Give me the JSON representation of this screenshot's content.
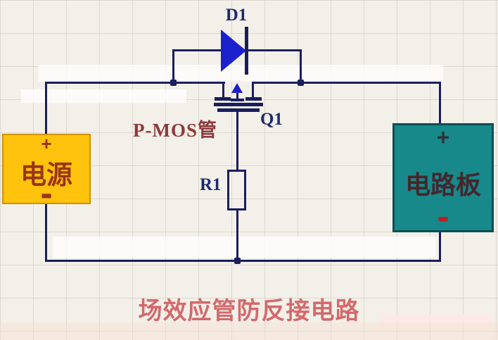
{
  "title": {
    "text": "场效应管防反接电路",
    "color": "#d4696b"
  },
  "labels": {
    "diode": "D1",
    "mosfet": "Q1",
    "mosfet_type": "P-MOS管",
    "resistor": "R1"
  },
  "power_source": {
    "name": "电源",
    "plus": "+",
    "minus": "-",
    "fill_color": "#ffc20d",
    "text_color": "#9a3414"
  },
  "circuit_board": {
    "name": "电路板",
    "plus": "+",
    "minus": "-",
    "fill_color": "#17898a",
    "minus_color": "#be1e24"
  },
  "colors": {
    "wire": "#1a1d5e",
    "device_fill": "#1b20cd",
    "background": "#f3f0e9"
  }
}
